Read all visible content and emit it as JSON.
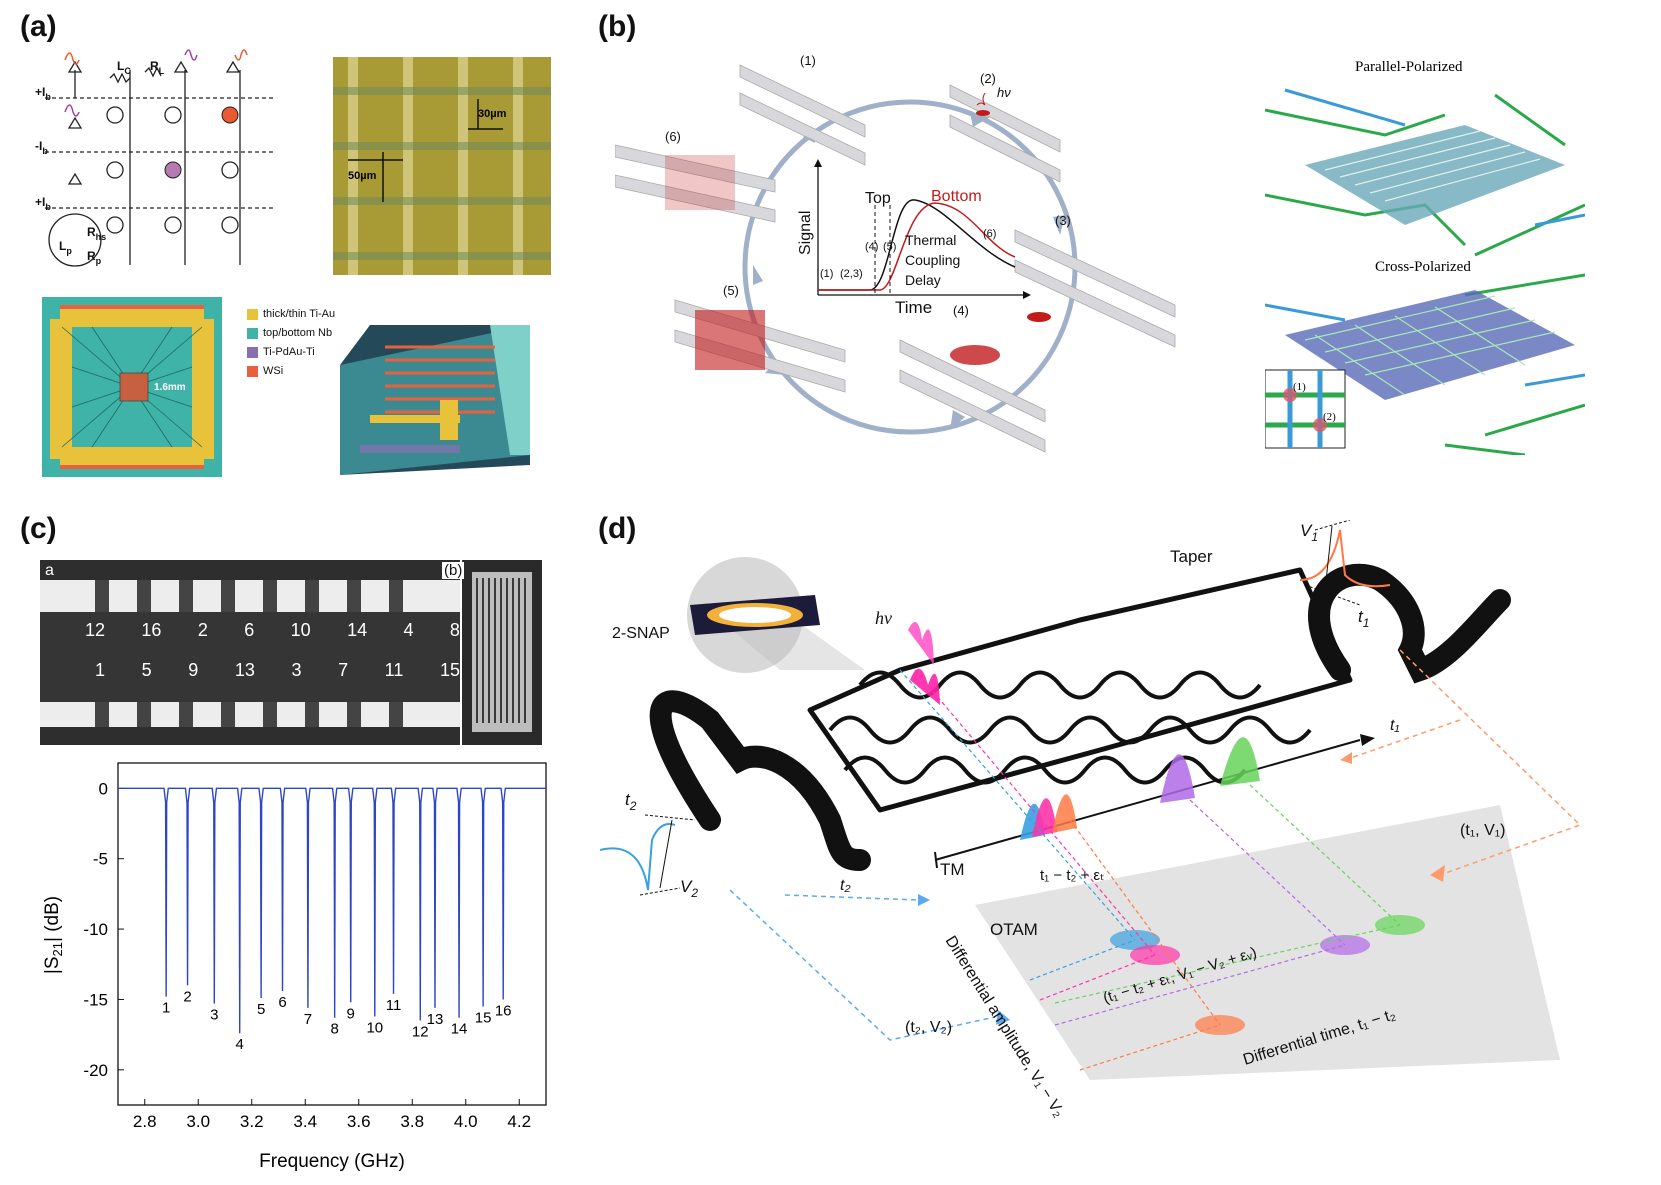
{
  "panels": {
    "a": {
      "label": "(a)",
      "bias": [
        "+I",
        "-I",
        "+I"
      ],
      "bias_sub": "b",
      "circuit": {
        "lc": "L",
        "lc_sub": "C",
        "rl": "R",
        "rl_sub": "L",
        "rhs": "R",
        "rhs_sub": "hs",
        "lp": "L",
        "lp_sub": "p",
        "rp": "R",
        "rp_sub": "p"
      },
      "scale": [
        "30µm",
        "50µm"
      ],
      "chip_scale": "1.6mm",
      "legend": [
        {
          "label": "thick/thin Ti-Au",
          "color": "#e8c23a"
        },
        {
          "label": "top/bottom Nb",
          "color": "#3fb3a8"
        },
        {
          "label": "Ti-PdAu-Ti",
          "color": "#8a6fb0"
        },
        {
          "label": "WSi",
          "color": "#e8613c"
        }
      ]
    },
    "b": {
      "label": "(b)",
      "steps": [
        "(1)",
        "(2)",
        "(3)",
        "(4)",
        "(5)",
        "(6)"
      ],
      "photon": "hν",
      "inset": {
        "ylabel": "Signal",
        "xlabel": "Time",
        "top": "Top",
        "bottom": "Bottom",
        "thermal": [
          "Thermal",
          "Coupling",
          "Delay"
        ],
        "marks": [
          "(1)",
          "(2,3)",
          "(4)",
          "(5)",
          "(6)"
        ]
      },
      "parallel": "Parallel-Polarized",
      "cross": "Cross-Polarized",
      "cross_marks": [
        "(1)",
        "(2)"
      ]
    },
    "c": {
      "label": "(c)",
      "photo_a": "a",
      "photo_b": "(b)",
      "top_row": [
        "12",
        "16",
        "2",
        "6",
        "10",
        "14",
        "4",
        "8"
      ],
      "bottom_row": [
        "1",
        "5",
        "9",
        "13",
        "3",
        "7",
        "11",
        "15"
      ]
    },
    "d": {
      "label": "(d)",
      "snap": "2-SNAP",
      "photon": "hν",
      "taper": "Taper",
      "tm": "TM",
      "otam": "OTAM",
      "v1": "V",
      "v1_sub": "1",
      "t1": "t",
      "t1_sub": "1",
      "v2": "V",
      "v2_sub": "2",
      "t2": "t",
      "t2_sub": "2",
      "t1_arrow": "t₁",
      "t2_arrow": "t₂",
      "t1v1": "(t₁, V₁)",
      "t2v2": "(t₂, V₂)",
      "diff_label": "t₁ − t₂ + εₜ",
      "center": "(t₁ − t₂ + εₜ, V₁ − V₂ + εᵥ)",
      "diff_amp": "Differential amplitude, V₁ − V₂",
      "diff_time": "Differential time, t₁ − t₂"
    }
  },
  "chart_data": {
    "type": "line",
    "title": "",
    "xlabel": "Frequency (GHz)",
    "ylabel": "|S21| (dB)",
    "xlim": [
      2.7,
      4.3
    ],
    "ylim": [
      -22.5,
      1.8
    ],
    "xticks": [
      "2.8",
      "3.0",
      "3.2",
      "3.4",
      "3.6",
      "3.8",
      "4.0",
      "4.2"
    ],
    "yticks": [
      "0",
      "-5",
      "-10",
      "-15",
      "-20"
    ],
    "baseline": 0,
    "resonances": [
      {
        "label": "1",
        "f": 2.88,
        "depth": -14.8
      },
      {
        "label": "2",
        "f": 2.96,
        "depth": -14.0
      },
      {
        "label": "3",
        "f": 3.06,
        "depth": -15.3
      },
      {
        "label": "4",
        "f": 3.155,
        "depth": -17.4
      },
      {
        "label": "5",
        "f": 3.235,
        "depth": -14.9
      },
      {
        "label": "6",
        "f": 3.315,
        "depth": -14.4
      },
      {
        "label": "7",
        "f": 3.41,
        "depth": -15.6
      },
      {
        "label": "8",
        "f": 3.51,
        "depth": -16.3
      },
      {
        "label": "9",
        "f": 3.57,
        "depth": -15.2
      },
      {
        "label": "10",
        "f": 3.66,
        "depth": -16.2
      },
      {
        "label": "11",
        "f": 3.73,
        "depth": -14.6
      },
      {
        "label": "12",
        "f": 3.83,
        "depth": -16.5
      },
      {
        "label": "13",
        "f": 3.885,
        "depth": -15.6
      },
      {
        "label": "14",
        "f": 3.975,
        "depth": -16.3
      },
      {
        "label": "15",
        "f": 4.065,
        "depth": -15.5
      },
      {
        "label": "16",
        "f": 4.14,
        "depth": -15.0
      }
    ],
    "color": "#2f45c8"
  }
}
